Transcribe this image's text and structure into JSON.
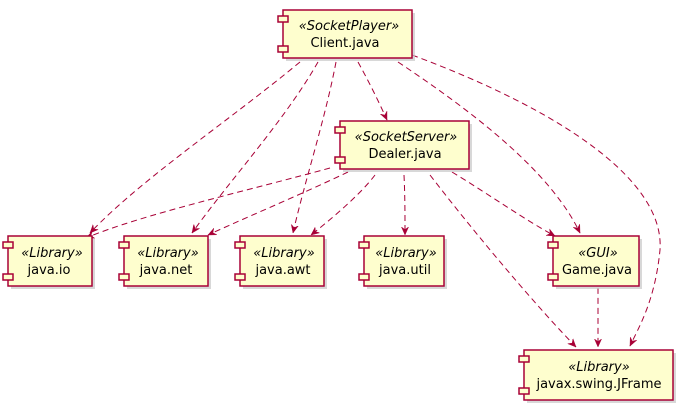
{
  "diagram": {
    "components": {
      "client": {
        "stereotype": "«SocketPlayer»",
        "name": "Client.java"
      },
      "dealer": {
        "stereotype": "«SocketServer»",
        "name": "Dealer.java"
      },
      "javaio": {
        "stereotype": "«Library»",
        "name": "java.io"
      },
      "javanet": {
        "stereotype": "«Library»",
        "name": "java.net"
      },
      "javaawt": {
        "stereotype": "«Library»",
        "name": "java.awt"
      },
      "javautil": {
        "stereotype": "«Library»",
        "name": "java.util"
      },
      "game": {
        "stereotype": "«GUI»",
        "name": "Game.java"
      },
      "jframe": {
        "stereotype": "«Library»",
        "name": "javax.swing.JFrame"
      }
    },
    "colors": {
      "fill": "#FEFECE",
      "border": "#A80036",
      "edge": "#A80036",
      "shadow": "#C8C8C8"
    }
  }
}
